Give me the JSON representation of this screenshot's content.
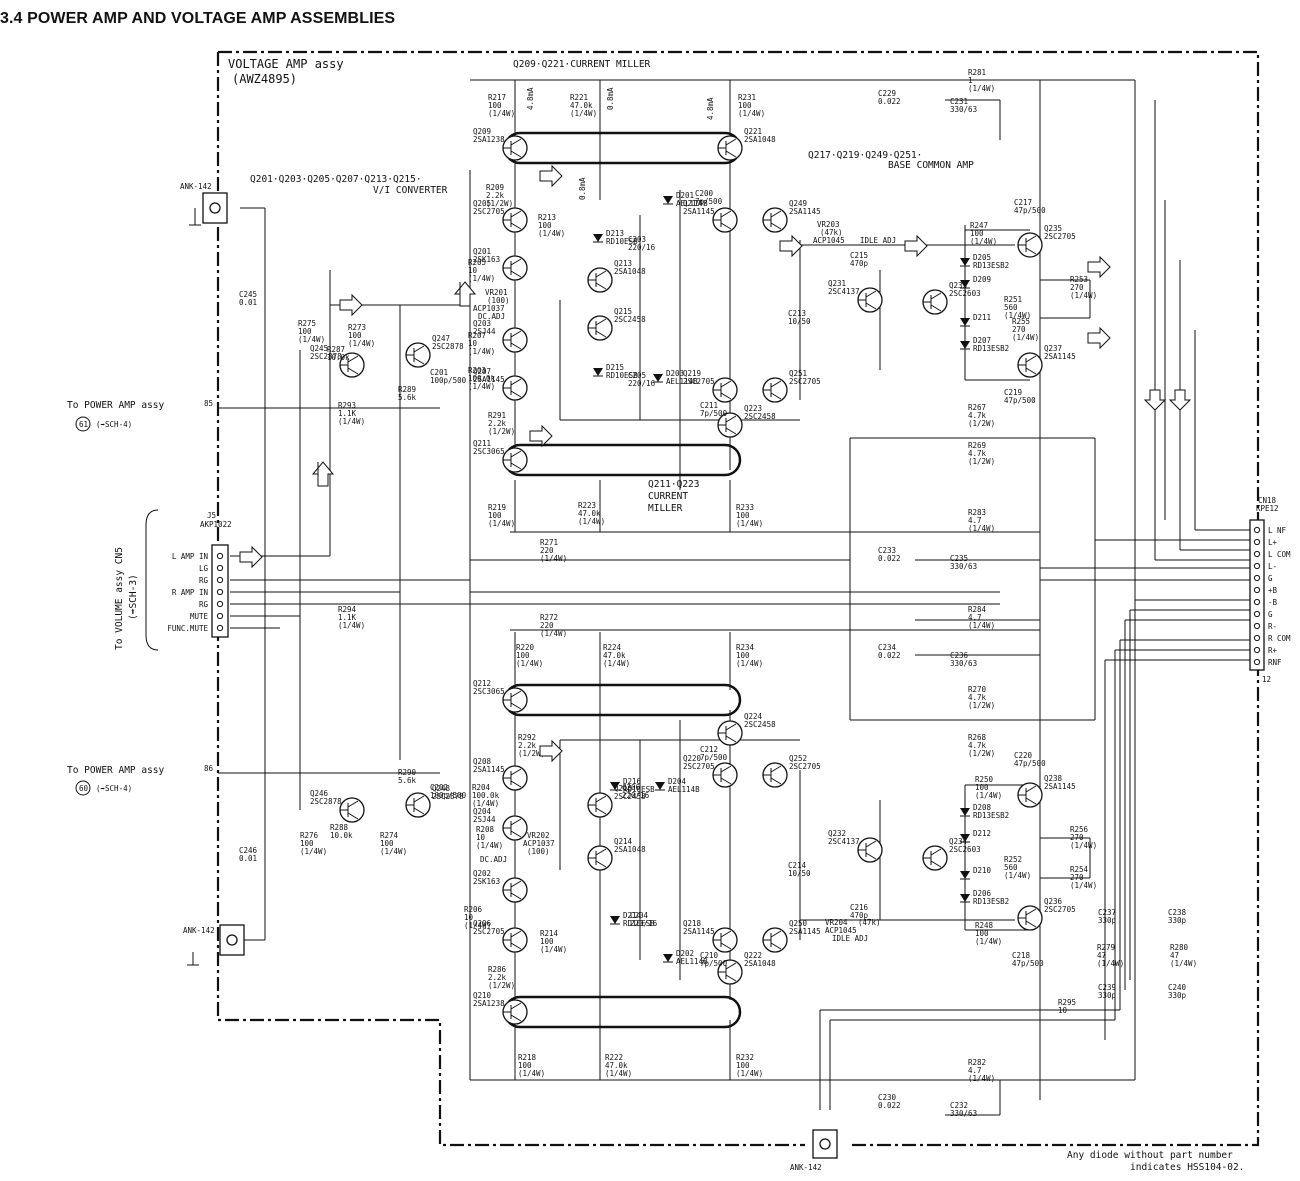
{
  "page_title": "3.4 POWER AMP AND VOLTAGE AMP ASSEMBLIES",
  "assembly": {
    "name": "VOLTAGE AMP assy",
    "part": "(AWZ4895)"
  },
  "groups": {
    "current_miller_top": "Q209·Q221·CURRENT MILLER",
    "vi_converter_1": "Q201·Q203·Q205·Q207·Q213·Q215·",
    "vi_converter_2": "V/I CONVERTER",
    "base_common_1": "Q217·Q219·Q249·Q251·",
    "base_common_2": "BASE COMMON AMP",
    "current_miller_mid_1": "Q211·Q223",
    "current_miller_mid_2": "CURRENT",
    "current_miller_mid_3": "MILLER"
  },
  "references": {
    "top_1": "To POWER AMP assy",
    "top_pin": "85",
    "top_conn": "61",
    "top_sch": "(➡SCH-4)",
    "bottom_1": "To POWER AMP assy",
    "bottom_pin": "86",
    "bottom_conn": "60",
    "bottom_sch": "(➡SCH-4)",
    "volume_1": "To VOLUME assy CN5",
    "volume_2": "(➡SCH-3)"
  },
  "j5": {
    "name": "J5",
    "part": "AKP1022",
    "pins": [
      "L AMP IN",
      "LG",
      "RG",
      "R AMP IN",
      "RG",
      "MUTE",
      "FUNC.MUTE"
    ]
  },
  "cn18": {
    "name": "CN18",
    "part": "KPE12",
    "pins": [
      "L NF",
      "L+",
      "L COM",
      "L-",
      "G",
      "+B",
      "-B",
      "G",
      "R-",
      "R COM",
      "R+",
      "RNF"
    ],
    "pin_last": "12"
  },
  "terminals": {
    "top": "ANK-142",
    "mid": "ANK-142",
    "bottom": "ANK-142"
  },
  "transistors": [
    {
      "ref": "Q209",
      "part": "2SA1238"
    },
    {
      "ref": "Q221",
      "part": "2SA1048"
    },
    {
      "ref": "Q205",
      "part": "2SC2705"
    },
    {
      "ref": "Q201",
      "part": "2SK163"
    },
    {
      "ref": "Q203",
      "part": "2SJ44"
    },
    {
      "ref": "Q207",
      "part": "2SA1145"
    },
    {
      "ref": "Q213",
      "part": "2SA1048"
    },
    {
      "ref": "Q215",
      "part": "2SC2458"
    },
    {
      "ref": "Q211",
      "part": "2SC3065"
    },
    {
      "ref": "Q223",
      "part": "2SC2458"
    },
    {
      "ref": "Q217",
      "part": "2SA1145"
    },
    {
      "ref": "Q219",
      "part": "2SC2705"
    },
    {
      "ref": "Q249",
      "part": "2SA1145"
    },
    {
      "ref": "Q251",
      "part": "2SC2705"
    },
    {
      "ref": "Q231",
      "part": "2SC4137"
    },
    {
      "ref": "Q233",
      "part": "2SC2603"
    },
    {
      "ref": "Q235",
      "part": "2SC2705"
    },
    {
      "ref": "Q237",
      "part": "2SA1145"
    },
    {
      "ref": "Q245",
      "part": "2SC2878"
    },
    {
      "ref": "Q247",
      "part": "2SC2878"
    },
    {
      "ref": "Q246",
      "part": "2SC2878"
    },
    {
      "ref": "Q248",
      "part": "2SC2878"
    },
    {
      "ref": "Q212",
      "part": "2SC3065"
    },
    {
      "ref": "Q224",
      "part": "2SC2458"
    },
    {
      "ref": "Q208",
      "part": "2SA1145"
    },
    {
      "ref": "Q204",
      "part": "2SJ44"
    },
    {
      "ref": "Q202",
      "part": "2SK163"
    },
    {
      "ref": "Q206",
      "part": "2SC2705"
    },
    {
      "ref": "Q216",
      "part": "2SC2458"
    },
    {
      "ref": "Q214",
      "part": "2SA1048"
    },
    {
      "ref": "Q210",
      "part": "2SA1238"
    },
    {
      "ref": "Q222",
      "part": "2SA1048"
    },
    {
      "ref": "Q220",
      "part": "2SC2705"
    },
    {
      "ref": "Q218",
      "part": "2SA1145"
    },
    {
      "ref": "Q252",
      "part": "2SC2705"
    },
    {
      "ref": "Q250",
      "part": "2SA1145"
    },
    {
      "ref": "Q232",
      "part": "2SC4137"
    },
    {
      "ref": "Q234",
      "part": "2SC2603"
    },
    {
      "ref": "Q238",
      "part": "2SA1145"
    },
    {
      "ref": "Q236",
      "part": "2SC2705"
    }
  ],
  "diodes": [
    {
      "ref": "D213",
      "part": "RD10ESB"
    },
    {
      "ref": "D201",
      "part": "AEL114B"
    },
    {
      "ref": "D215",
      "part": "RD10ESB"
    },
    {
      "ref": "D203",
      "part": "AEL114B"
    },
    {
      "ref": "D205",
      "part": "RD13ESB2"
    },
    {
      "ref": "D209",
      "part": ""
    },
    {
      "ref": "D211",
      "part": ""
    },
    {
      "ref": "D207",
      "part": "RD13ESB2"
    },
    {
      "ref": "D216",
      "part": "RD10ESB"
    },
    {
      "ref": "D214",
      "part": "RD10ESB"
    },
    {
      "ref": "D204",
      "part": "AEL114B"
    },
    {
      "ref": "D202",
      "part": "AEL114B"
    },
    {
      "ref": "D208",
      "part": "RD13ESB2"
    },
    {
      "ref": "D212",
      "part": ""
    },
    {
      "ref": "D210",
      "part": ""
    },
    {
      "ref": "D206",
      "part": "RD13ESB2"
    }
  ],
  "resistors_top": [
    {
      "ref": "R217",
      "value": "100",
      "power": "(1/4W)"
    },
    {
      "ref": "R221",
      "value": "47.0k",
      "power": "(1/4W)"
    },
    {
      "ref": "R231",
      "value": "100",
      "power": "(1/4W)"
    },
    {
      "ref": "R281",
      "value": "1",
      "power": "(1/4W)"
    },
    {
      "ref": "R209",
      "value": "2.2k",
      "power": "(1/2W)"
    },
    {
      "ref": "R213",
      "value": "100",
      "power": "(1/4W)"
    },
    {
      "ref": "R205",
      "value": "10",
      "power": "(1/4W)"
    },
    {
      "ref": "R247",
      "value": "100",
      "power": "(1/4W)"
    },
    {
      "ref": "R273",
      "value": "100",
      "power": "(1/4W)"
    },
    {
      "ref": "R275",
      "value": "100",
      "power": "(1/4W)"
    },
    {
      "ref": "R287",
      "value": "10.0k",
      "power": ""
    },
    {
      "ref": "R207",
      "value": "10",
      "power": "(1/4W)"
    },
    {
      "ref": "R203",
      "value": "100.0k",
      "power": "(1/4W)"
    },
    {
      "ref": "R289",
      "value": "5.6k",
      "power": ""
    },
    {
      "ref": "R293",
      "value": "1.1K",
      "power": "(1/4W)"
    },
    {
      "ref": "R291",
      "value": "2.2k",
      "power": "(1/2W)"
    },
    {
      "ref": "R219",
      "value": "100",
      "power": "(1/4W)"
    },
    {
      "ref": "R223",
      "value": "47.0k",
      "power": "(1/4W)"
    },
    {
      "ref": "R233",
      "value": "100",
      "power": "(1/4W)"
    },
    {
      "ref": "R271",
      "value": "220",
      "power": "(1/4W)"
    },
    {
      "ref": "R253",
      "value": "270",
      "power": "(1/4W)"
    },
    {
      "ref": "R251",
      "value": "560",
      "power": "(1/4W)"
    },
    {
      "ref": "R255",
      "value": "270",
      "power": "(1/4W)"
    },
    {
      "ref": "R267",
      "value": "4.7k",
      "power": "(1/2W)"
    },
    {
      "ref": "R269",
      "value": "4.7k",
      "power": "(1/2W)"
    },
    {
      "ref": "R283",
      "value": "4.7",
      "power": "(1/4W)"
    }
  ],
  "resistors_bottom": [
    {
      "ref": "R294",
      "value": "1.1K",
      "power": "(1/4W)"
    },
    {
      "ref": "R272",
      "value": "220",
      "power": "(1/4W)"
    },
    {
      "ref": "R220",
      "value": "100",
      "power": "(1/4W)"
    },
    {
      "ref": "R224",
      "value": "47.0k",
      "power": "(1/4W)"
    },
    {
      "ref": "R234",
      "value": "100",
      "power": "(1/4W)"
    },
    {
      "ref": "R284",
      "value": "4.7",
      "power": "(1/4W)"
    },
    {
      "ref": "R270",
      "value": "4.7k",
      "power": "(1/2W)"
    },
    {
      "ref": "R268",
      "value": "4.7k",
      "power": "(1/2W)"
    },
    {
      "ref": "R292",
      "value": "2.2k",
      "power": "(1/2W)"
    },
    {
      "ref": "R290",
      "value": "5.6k",
      "power": ""
    },
    {
      "ref": "R204",
      "value": "100.0k",
      "power": "(1/4W)"
    },
    {
      "ref": "R288",
      "value": "10.0k",
      "power": ""
    },
    {
      "ref": "R276",
      "value": "100",
      "power": "(1/4W)"
    },
    {
      "ref": "R274",
      "value": "100",
      "power": "(1/4W)"
    },
    {
      "ref": "R208",
      "value": "10",
      "power": "(1/4W)"
    },
    {
      "ref": "R206",
      "value": "10",
      "power": "(1/4W)"
    },
    {
      "ref": "R214",
      "value": "100",
      "power": "(1/4W)"
    },
    {
      "ref": "R286",
      "value": "2.2k",
      "power": "(1/2W)"
    },
    {
      "ref": "R218",
      "value": "100",
      "power": "(1/4W)"
    },
    {
      "ref": "R222",
      "value": "47.0k",
      "power": "(1/4W)"
    },
    {
      "ref": "R232",
      "value": "100",
      "power": "(1/4W)"
    },
    {
      "ref": "R282",
      "value": "4.7",
      "power": "(1/4W)"
    },
    {
      "ref": "R250",
      "value": "100",
      "power": "(1/4W)"
    },
    {
      "ref": "R248",
      "value": "100",
      "power": "(1/4W)"
    },
    {
      "ref": "R252",
      "value": "560",
      "power": "(1/4W)"
    },
    {
      "ref": "R256",
      "value": "270",
      "power": "(1/4W)"
    },
    {
      "ref": "R254",
      "value": "270",
      "power": "(1/4W)"
    },
    {
      "ref": "R295",
      "value": "10",
      "power": ""
    },
    {
      "ref": "R279",
      "value": "47",
      "power": "(1/4W)"
    },
    {
      "ref": "R280",
      "value": "47",
      "power": "(1/4W)"
    }
  ],
  "capacitors": [
    {
      "ref": "C229",
      "value": "0.022"
    },
    {
      "ref": "C231",
      "value": "330/63"
    },
    {
      "ref": "C200",
      "value": "7p/500"
    },
    {
      "ref": "C203",
      "value": "220/16"
    },
    {
      "ref": "C217",
      "value": "47p/500"
    },
    {
      "ref": "C245",
      "value": "0.01"
    },
    {
      "ref": "C215",
      "value": "470p"
    },
    {
      "ref": "C213",
      "value": "10/50"
    },
    {
      "ref": "C201",
      "value": "100p/500"
    },
    {
      "ref": "C205",
      "value": "220/16"
    },
    {
      "ref": "C211",
      "value": "7p/500"
    },
    {
      "ref": "C219",
      "value": "47p/500"
    },
    {
      "ref": "C233",
      "value": "0.022"
    },
    {
      "ref": "C235",
      "value": "330/63"
    },
    {
      "ref": "C234",
      "value": "0.022"
    },
    {
      "ref": "C236",
      "value": "330/63"
    },
    {
      "ref": "C212",
      "value": "7p/500"
    },
    {
      "ref": "C220",
      "value": "47p/500"
    },
    {
      "ref": "C202",
      "value": "100p/500"
    },
    {
      "ref": "C206",
      "value": "220/16"
    },
    {
      "ref": "C246",
      "value": "0.01"
    },
    {
      "ref": "C214",
      "value": "10/50"
    },
    {
      "ref": "C216",
      "value": "470p"
    },
    {
      "ref": "C204",
      "value": "220/16"
    },
    {
      "ref": "C210",
      "value": "7p/500"
    },
    {
      "ref": "C218",
      "value": "47p/500"
    },
    {
      "ref": "C237",
      "value": "330p"
    },
    {
      "ref": "C238",
      "value": "330p"
    },
    {
      "ref": "C239",
      "value": "330p"
    },
    {
      "ref": "C240",
      "value": "330p"
    },
    {
      "ref": "C230",
      "value": "0.022"
    },
    {
      "ref": "C232",
      "value": "330/63"
    }
  ],
  "vr": [
    {
      "ref": "VR201",
      "value": "(100)",
      "fn": "DC.ADJ",
      "part": "ACP1037"
    },
    {
      "ref": "VR203",
      "value": "(47k)",
      "fn": "IDLE ADJ",
      "part": "ACP1045"
    },
    {
      "ref": "VR202",
      "value": "(100)",
      "fn": "DC.ADJ",
      "part": "ACP1037"
    },
    {
      "ref": "VR204",
      "value": "(47k)",
      "fn": "IDLE ADJ",
      "part": "ACP1045"
    }
  ],
  "currents": [
    "4.8mA",
    "0.8mA",
    "4.8mA",
    "0.8mA"
  ],
  "note_1": "Any diode without part number",
  "note_2": "indicates HSS104-02."
}
